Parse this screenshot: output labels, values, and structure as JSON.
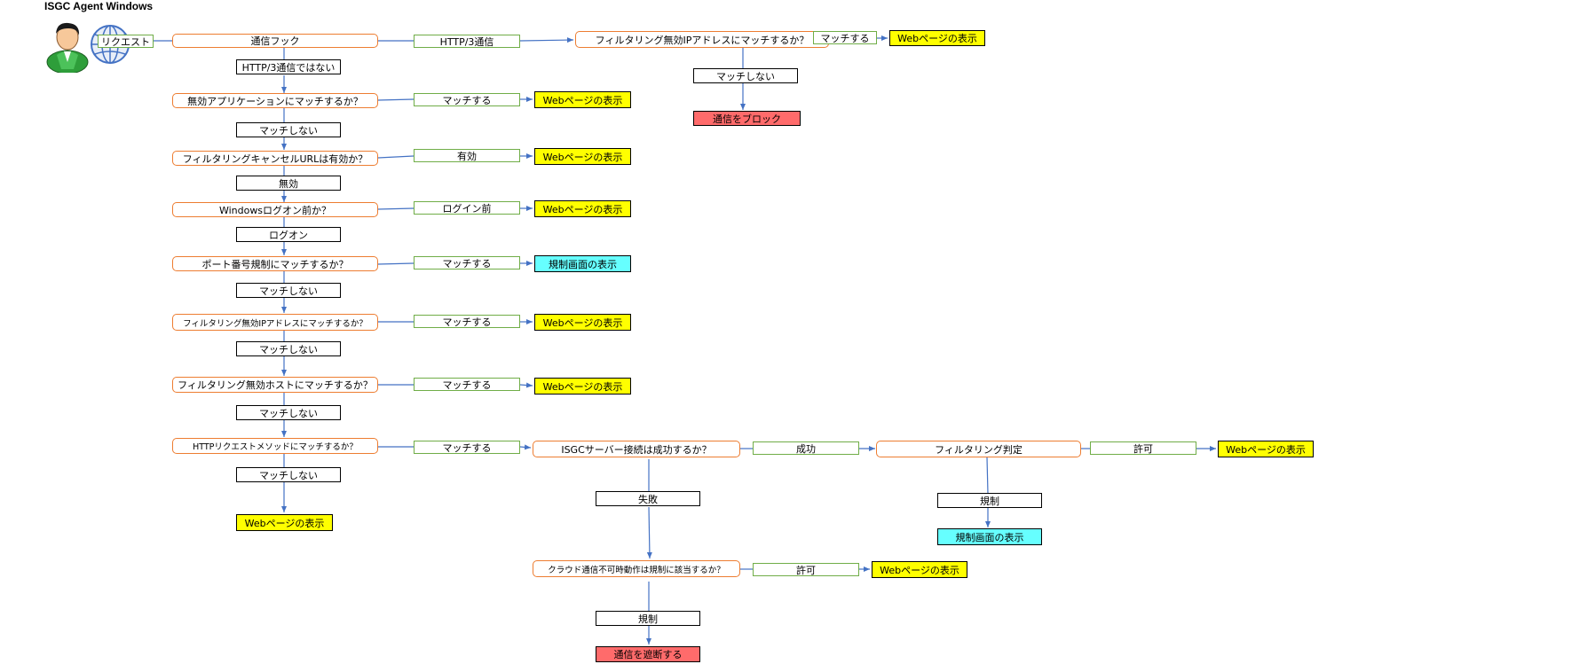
{
  "title": "ISGC Agent Windows",
  "icons": {
    "user": "user-icon",
    "globe": "globe-icon"
  },
  "request_label": "リクエスト",
  "nodes": {
    "hook": "通信フック",
    "http3_edge": "HTTP/3通信",
    "http3_not": "HTTP/3通信ではない",
    "ip_top_q": "フィルタリング無効IPアドレスにマッチするか？",
    "ip_top_match": "マッチする",
    "ip_top_match_result": "Webページの表示",
    "ip_top_nomatch": "マッチしない",
    "ip_top_block": "通信をブロック",
    "app_q": "無効アプリケーションにマッチするか？",
    "app_match": "マッチする",
    "app_match_result": "Webページの表示",
    "app_nomatch": "マッチしない",
    "cancel_q": "フィルタリングキャンセルURLは有効か？",
    "cancel_valid": "有効",
    "cancel_valid_result": "Webページの表示",
    "cancel_invalid": "無効",
    "logon_q": "Windowsログオン前か？",
    "logon_before": "ログイン前",
    "logon_before_result": "Webページの表示",
    "logon_on": "ログオン",
    "port_q": "ポート番号規制にマッチするか？",
    "port_match": "マッチする",
    "port_match_result": "規制画面の表示",
    "port_nomatch": "マッチしない",
    "ip_q": "フィルタリング無効IPアドレスにマッチするか？",
    "ip_match": "マッチする",
    "ip_match_result": "Webページの表示",
    "ip_nomatch": "マッチしない",
    "host_q": "フィルタリング無効ホストにマッチするか？",
    "host_match": "マッチする",
    "host_match_result": "Webページの表示",
    "host_nomatch": "マッチしない",
    "method_q": "HTTPリクエストメソッドにマッチするか？",
    "method_match": "マッチする",
    "method_nomatch": "マッチしない",
    "method_nomatch_result": "Webページの表示",
    "server_q": "ISGCサーバー接続は成功するか？",
    "server_ok": "成功",
    "server_fail": "失敗",
    "filter_q": "フィルタリング判定",
    "filter_allow": "許可",
    "filter_allow_result": "Webページの表示",
    "filter_restrict": "規制",
    "filter_restrict_result": "規制画面の表示",
    "cloud_q": "クラウド通信不可時動作は規制に該当するか？",
    "cloud_allow": "許可",
    "cloud_allow_result": "Webページの表示",
    "cloud_restrict": "規制",
    "cloud_block": "通信を遮断する"
  },
  "colors": {
    "decision_border": "#ed7d31",
    "edge_border": "#70ad47",
    "arrow": "#4472c4",
    "web_page": "#ffff00",
    "restrict_screen": "#66ffff",
    "block": "#ff6b6b"
  }
}
